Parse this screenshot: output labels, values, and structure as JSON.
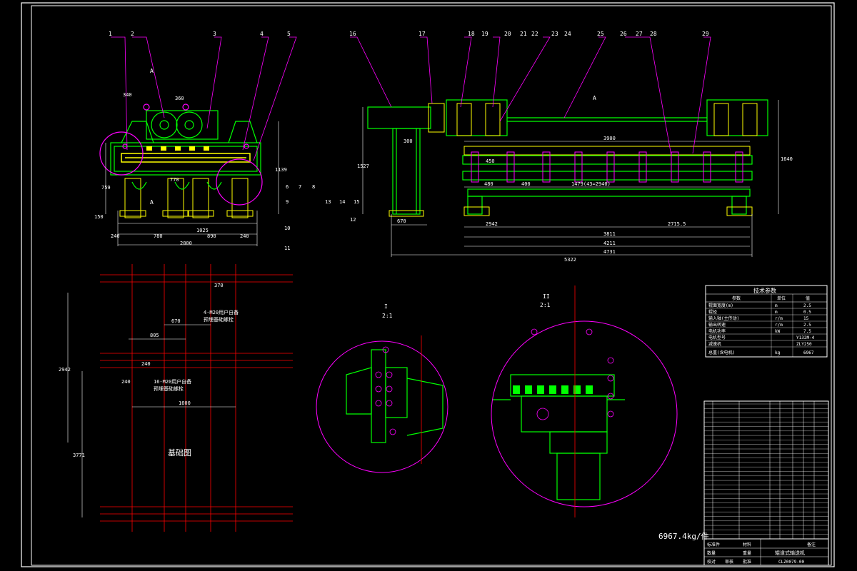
{
  "drawing": {
    "weight": "6967.4kg/件",
    "foundation_title": "基础图",
    "view_a": "A",
    "view_a_arrow": "A",
    "detail_1": "I",
    "detail_1_scale": "2:1",
    "detail_2": "II",
    "detail_2_scale": "2:1"
  },
  "balloons_left": [
    "1",
    "2",
    "3",
    "4",
    "5"
  ],
  "balloons_right": [
    "16",
    "17",
    "18",
    "19",
    "20",
    "21",
    "22",
    "23",
    "24",
    "25",
    "26",
    "27",
    "28",
    "29"
  ],
  "balloons_lower_left": [
    "6",
    "7",
    "8",
    "9",
    "10",
    "11",
    "12",
    "13",
    "14",
    "15"
  ],
  "dims_front": [
    "150",
    "240",
    "780",
    "1025",
    "890",
    "2800",
    "759",
    "240",
    "340",
    "1139",
    "770",
    "360"
  ],
  "dims_side": [
    "3900",
    "450",
    "480",
    "400",
    "1479(43=2940)",
    "2942",
    "2715.5",
    "3811",
    "4211",
    "4731",
    "5322",
    "670",
    "1640",
    "1527",
    "300"
  ],
  "dims_foundation": [
    "670",
    "370",
    "805",
    "240",
    "1600",
    "2942",
    "3771",
    "240"
  ],
  "foundation_notes": [
    "4-M20用户自备",
    "预埋基础螺栓",
    "16-M20用户自备",
    "预埋基础螺栓"
  ],
  "tech_params": {
    "title": "技术参数",
    "headers": [
      "参数",
      "单位",
      "值"
    ],
    "rows": [
      [
        "辊面宽度(m)",
        "m",
        "2.5"
      ],
      [
        "辊径",
        "m",
        "0.5"
      ],
      [
        "输入轴(主传动)",
        "r/m",
        "15"
      ],
      [
        "输出转速",
        "r/m",
        "2.5"
      ],
      [
        "电机功率",
        "kW",
        "7.5"
      ],
      [
        "电机型号",
        "",
        "Y132M-4"
      ],
      [
        "减速机",
        "",
        "ZLY250"
      ],
      [
        "总重(含电机)",
        "kg",
        "6967"
      ]
    ]
  },
  "bom": {
    "rows": 30,
    "footer": [
      "标准件",
      "材料",
      "备注",
      "数量",
      "重量",
      "校对",
      "审核",
      "批准"
    ],
    "title": "辊道式输送机",
    "drawing_no": "CLZ0079-00"
  }
}
